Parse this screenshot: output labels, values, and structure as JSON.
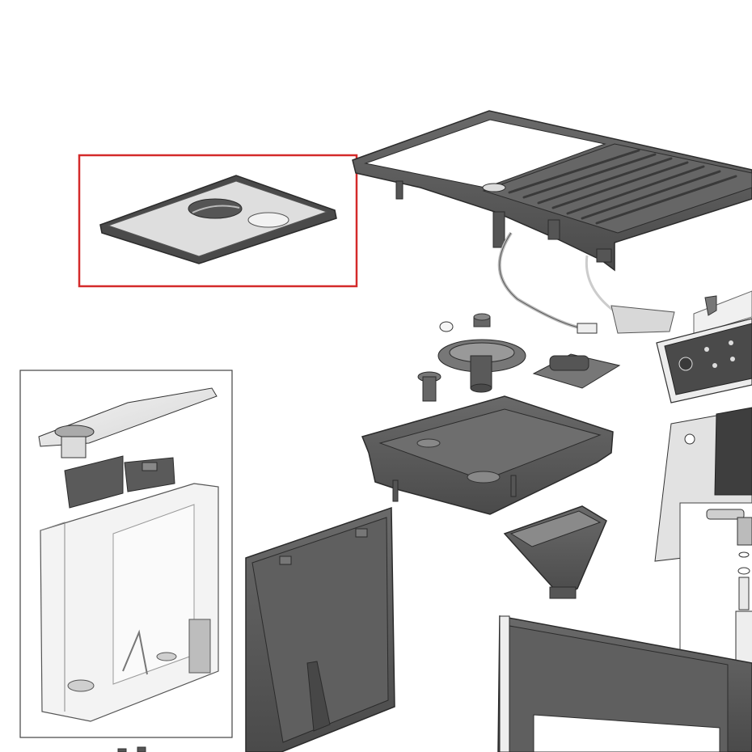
{
  "colors": {
    "background": "#ffffff",
    "part_dark": "#5a5a5a",
    "part_darker": "#4a4a4a",
    "part_light": "#dcdcdc",
    "part_translucent": "#eeeeee",
    "outline": "#2b2b2b",
    "highlight_box": "#d42a2a",
    "inset_frame": "#444444"
  },
  "highlight": {
    "selected_part": "drip-tray-lid"
  },
  "icons": [
    "water-tank-inset",
    "drip-tray-lid",
    "cup-tray-frame",
    "control-panel",
    "brew-funnel"
  ]
}
